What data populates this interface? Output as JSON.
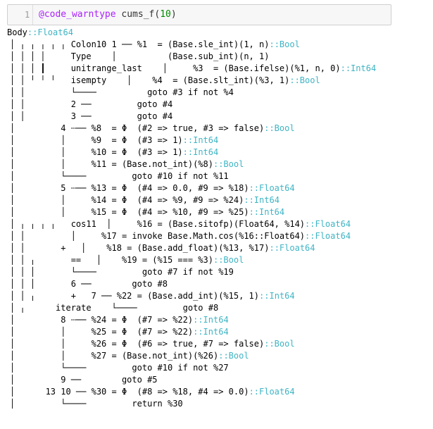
{
  "cell": {
    "line_number": "1",
    "macro": "@code_warntype",
    "call": " cums_f(",
    "arg": "10",
    "close": ")"
  },
  "output": [
    {
      "text": "Body",
      "type": "::Float64"
    },
    {
      "text": "│ ╷ ╷ ╷ ╷ ╷ Colon10 1 ── %1  = (Base.sle_int)(1, n)",
      "type": "::Bool"
    },
    {
      "text": "│ │ │ │     Type    │          (Base.sub_int)(n, 1)",
      "type": ""
    },
    {
      "text": "│ │ │ ┃     unitrange_last    │     %3  = (Base.ifelse)(%1, n, 0)",
      "type": "::Int64"
    },
    {
      "text": "│ │ ╵ ╵ ╵   isempty    │    %4  = (Base.slt_int)(%3, 1)",
      "type": "::Bool"
    },
    {
      "text": "│ │         └────          goto #3 if not %4",
      "type": ""
    },
    {
      "text": "│ │         2 ──         goto #4",
      "type": ""
    },
    {
      "text": "│ │         3 ──         goto #4",
      "type": ""
    },
    {
      "text": "│         4 ┄── %8  = Φ  (#2 => true, #3 => false)",
      "type": "::Bool"
    },
    {
      "text": "│         │     %9  = Φ  (#3 => 1)",
      "type": "::Int64"
    },
    {
      "text": "│         │     %10 = Φ  (#3 => 1)",
      "type": "::Int64"
    },
    {
      "text": "│         │     %11 = (Base.not_int)(%8)",
      "type": "::Bool"
    },
    {
      "text": "│         └────         goto #10 if not %11",
      "type": ""
    },
    {
      "text": "│         5 ┄── %13 = Φ  (#4 => 0.0, #9 => %18)",
      "type": "::Float64"
    },
    {
      "text": "│         │     %14 = Φ  (#4 => %9, #9 => %24)",
      "type": "::Int64"
    },
    {
      "text": "│         │     %15 = Φ  (#4 => %10, #9 => %25)",
      "type": "::Int64"
    },
    {
      "text": "│ ╷ ╷ ╷ ╷   cos11  │     %16 = (Base.sitofp)(Float64, %14)",
      "type": "::Float64"
    },
    {
      "text": "│ │         │     %17 = invoke Base.Math.cos(%16::Float64)",
      "type": "::Float64"
    },
    {
      "text": "│ │       +   │    %18 = (Base.add_float)(%13, %17)",
      "type": "::Float64"
    },
    {
      "text": "│ │ ╷       ==   │    %19 = (%15 === %3)",
      "type": "::Bool"
    },
    {
      "text": "│ │ │       └────         goto #7 if not %19",
      "type": ""
    },
    {
      "text": "│ │ │       6 ──        goto #8",
      "type": ""
    },
    {
      "text": "│ │ ╷       +   7 ── %22 = (Base.add_int)(%15, 1)",
      "type": "::Int64"
    },
    {
      "text": "│ ╷      iterate    └────         goto #8",
      "type": ""
    },
    {
      "text": "│         8 ┄── %24 = Φ  (#7 => %22)",
      "type": "::Int64"
    },
    {
      "text": "│         │     %25 = Φ  (#7 => %22)",
      "type": "::Int64"
    },
    {
      "text": "│         │     %26 = Φ  (#6 => true, #7 => false)",
      "type": "::Bool"
    },
    {
      "text": "│         │     %27 = (Base.not_int)(%26)",
      "type": "::Bool"
    },
    {
      "text": "│         └────         goto #10 if not %27",
      "type": ""
    },
    {
      "text": "│         9 ──        goto #5",
      "type": ""
    },
    {
      "text": "│      13 10 ── %30 = Φ  (#8 => %18, #4 => 0.0)",
      "type": "::Float64"
    },
    {
      "text": "│         └────         return %30",
      "type": ""
    }
  ]
}
